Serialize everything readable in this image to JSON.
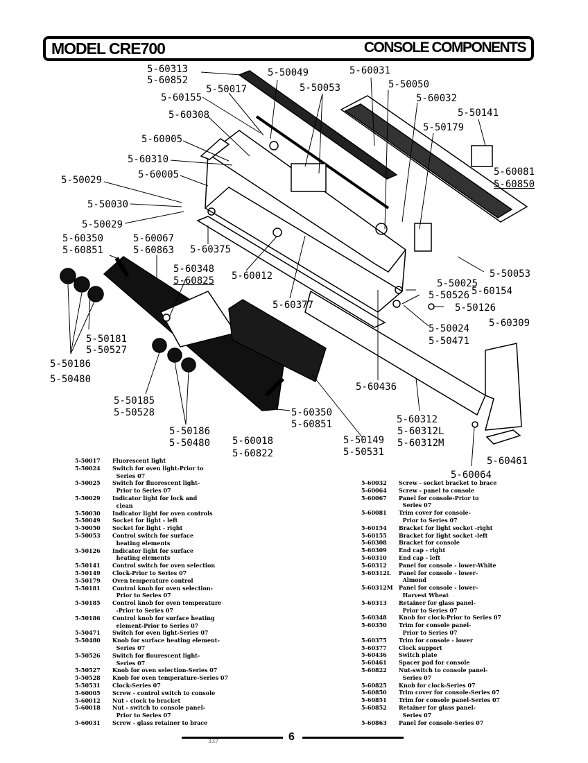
{
  "header": {
    "model": "MODEL CRE700",
    "section": "CONSOLE COMPONENTS"
  },
  "callouts": [
    "5-60313",
    "5-60852",
    "5-50049",
    "5-60031",
    "5-60155",
    "5-50017",
    "5-50053",
    "5-50050",
    "5-60032",
    "5-60308",
    "5-50141",
    "5-50179",
    "5-60005",
    "5-60310",
    "5-60081",
    "5-60005",
    "5-60850",
    "5-50029",
    "5-50030",
    "5-50029",
    "5-60350",
    "5-60067",
    "5-60851",
    "5-60863",
    "5-60375",
    "5-50053",
    "5-60348",
    "5-60825",
    "5-60012",
    "5-50025",
    "5-60154",
    "5-50526",
    "5-60377",
    "5-50126",
    "5-50024",
    "5-60309",
    "5-50471",
    "5-50181",
    "5-50527",
    "5-50186",
    "5-50480",
    "5-60436",
    "5-50185",
    "5-50528",
    "5-60350",
    "5-60851",
    "5-60312",
    "5-50186",
    "5-50480",
    "5-60018",
    "5-60822",
    "5-50149",
    "5-50531",
    "5-60312L",
    "5-60312M",
    "5-60461",
    "5-60064"
  ],
  "legend_left": [
    {
      "pn": "5-50017",
      "desc": "Fluorescent light"
    },
    {
      "pn": "5-50024",
      "desc": "Switch for oven light-Prior to\n  Series 07"
    },
    {
      "pn": "5-50025",
      "desc": "Switch for fluorescent light-\n  Prior to Series 07"
    },
    {
      "pn": "5-50029",
      "desc": "Indicator light for lock and\n  clean"
    },
    {
      "pn": "5-50030",
      "desc": "Indicator light for oven controls"
    },
    {
      "pn": "5-50049",
      "desc": "Socket for light - left"
    },
    {
      "pn": "5-50050",
      "desc": "Socket for light - right"
    },
    {
      "pn": "5-50053",
      "desc": "Control switch for surface\n  heating elements"
    },
    {
      "pn": "5-50126",
      "desc": "Indicator light for surface\n  heating elements"
    },
    {
      "pn": "5-50141",
      "desc": "Control switch for oven selection"
    },
    {
      "pn": "5-50149",
      "desc": "Clock-Prior to Series 07"
    },
    {
      "pn": "5-50179",
      "desc": "Oven temperature control"
    },
    {
      "pn": "5-50181",
      "desc": "Control knob for oven selection-\n  Prior to Series 07"
    },
    {
      "pn": "5-50185",
      "desc": "Control knob for oven temperature\n  -Prior to Series 07"
    },
    {
      "pn": "5-50186",
      "desc": "Control knob for surface heating\n  element-Prior to Series 07"
    },
    {
      "pn": "5-50471",
      "desc": "Switch for oven light-Series 07"
    },
    {
      "pn": "5-50480",
      "desc": "Knob for surface heating element-\n  Series 07"
    },
    {
      "pn": "5-50526",
      "desc": "Switch for flourescent light-\n  Series 07"
    },
    {
      "pn": "5-50527",
      "desc": "Knob for oven selection-Series 07"
    },
    {
      "pn": "5-50528",
      "desc": "Knob for oven temperature-Series 07"
    },
    {
      "pn": "5-50531",
      "desc": "Clock-Series 07"
    },
    {
      "pn": "5-60005",
      "desc": "Screw - control switch to console"
    },
    {
      "pn": "5-60012",
      "desc": "Nut - clock to bracket"
    },
    {
      "pn": "5-60018",
      "desc": "Nut - switch to console panel-\n  Prior to Series 07"
    },
    {
      "pn": "5-60031",
      "desc": "Screw - glass retainer to brace"
    }
  ],
  "legend_right": [
    {
      "pn": "5-60032",
      "desc": "Screw - socket bracket to brace"
    },
    {
      "pn": "5-60064",
      "desc": "Screw - panel to console"
    },
    {
      "pn": "5-60067",
      "desc": "Panel for console-Prior to\n  Series 07"
    },
    {
      "pn": "5-60081",
      "desc": "Trim cover for console-\n  Prior to Series 07"
    },
    {
      "pn": "5-60154",
      "desc": "Bracket for light socket -right"
    },
    {
      "pn": "5-60155",
      "desc": "Bracket for light socket -left"
    },
    {
      "pn": "5-60308",
      "desc": "Bracket for console"
    },
    {
      "pn": "5-60309",
      "desc": "End cap - right"
    },
    {
      "pn": "5-60310",
      "desc": "End cap - left"
    },
    {
      "pn": "5-60312",
      "desc": "Panel for console - lower-White"
    },
    {
      "pn": "5-60312L",
      "desc": "Panel for console - lower-\n  Almond"
    },
    {
      "pn": "5-60312M",
      "desc": "Panel for console - lower-\n  Harvest Wheat"
    },
    {
      "pn": "5-60313",
      "desc": "Retainer for glass panel-\n  Prior to Series 07"
    },
    {
      "pn": "5-60348",
      "desc": "Knob for clock-Prior to Series 07"
    },
    {
      "pn": "5-60350",
      "desc": "Trim for console panel-\n  Prior to Series 07"
    },
    {
      "pn": "5-60375",
      "desc": "Trim for console - lower"
    },
    {
      "pn": "5-60377",
      "desc": "Clock support"
    },
    {
      "pn": "5-60436",
      "desc": "Switch plate"
    },
    {
      "pn": "5-60461",
      "desc": "Spacer pad for console"
    },
    {
      "pn": "5-60822",
      "desc": "Nut-switch to console panel-\n  Series 07"
    },
    {
      "pn": "5-60825",
      "desc": "Knob for clock-Series 07"
    },
    {
      "pn": "5-60850",
      "desc": "Trim cover for console-Series 07"
    },
    {
      "pn": "5-60851",
      "desc": "Trim for console panel-Series 07"
    },
    {
      "pn": "5-60852",
      "desc": "Retainer for glass panel-\n  Series 07"
    },
    {
      "pn": "5-60863",
      "desc": "Panel for console-Series 07"
    }
  ],
  "page_number": "6",
  "scan_mark": "337"
}
